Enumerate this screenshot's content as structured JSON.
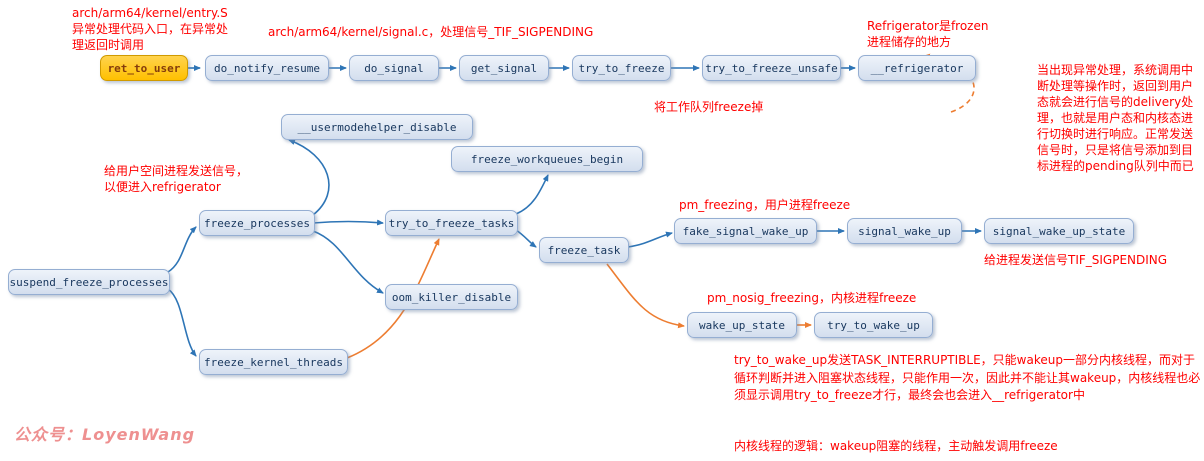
{
  "nodes": {
    "ret_to_user": {
      "label": "ret_to_user"
    },
    "do_notify_resume": {
      "label": "do_notify_resume"
    },
    "do_signal": {
      "label": "do_signal"
    },
    "get_signal": {
      "label": "get_signal"
    },
    "try_to_freeze": {
      "label": "try_to_freeze"
    },
    "try_to_freeze_unsafe": {
      "label": "try_to_freeze_unsafe"
    },
    "refrigerator": {
      "label": "__refrigerator"
    },
    "suspend_freeze_processes": {
      "label": "suspend_freeze_processes"
    },
    "freeze_processes": {
      "label": "freeze_processes"
    },
    "freeze_kernel_threads": {
      "label": "freeze_kernel_threads"
    },
    "usermodehelper_disable": {
      "label": "__usermodehelper_disable"
    },
    "try_to_freeze_tasks": {
      "label": "try_to_freeze_tasks"
    },
    "oom_killer_disable": {
      "label": "oom_killer_disable"
    },
    "freeze_workqueues_begin": {
      "label": "freeze_workqueues_begin"
    },
    "freeze_task": {
      "label": "freeze_task"
    },
    "fake_signal_wake_up": {
      "label": "fake_signal_wake_up"
    },
    "signal_wake_up": {
      "label": "signal_wake_up"
    },
    "signal_wake_up_state": {
      "label": "signal_wake_up_state"
    },
    "wake_up_state": {
      "label": "wake_up_state"
    },
    "try_to_wake_up": {
      "label": "try_to_wake_up"
    }
  },
  "annotations": {
    "entry_s": {
      "text": "arch/arm64/kernel/entry.S\n异常处理代码入口，在异常处理返回时调用"
    },
    "signal_c": {
      "text": "arch/arm64/kernel/signal.c，处理信号_TIF_SIGPENDING"
    },
    "refrigerator_note": {
      "text": "Refrigerator是frozen\n进程储存的地方"
    },
    "right_paragraph": {
      "text": "当出现异常处理，系统调用中断处理等操作时，返回到用户态就会进行信号的delivery处理，也就是用户态和内核态进行切换时进行响应。正常发送信号时，只是将信号添加到目标进程的pending队列中而已"
    },
    "freeze_processes_note": {
      "text": "给用户空间进程发送信号，以便进入refrigerator"
    },
    "workqueue_note": {
      "text": "将工作队列freeze掉"
    },
    "pm_freezing_note": {
      "text": "pm_freezing，用户进程freeze"
    },
    "signal_send_note": {
      "text": "给进程发送信号TIF_SIGPENDING"
    },
    "pm_nosig_note": {
      "text": "pm_nosig_freezing，内核进程freeze"
    },
    "bottom_paragraph": {
      "text": "try_to_wake_up发送TASK_INTERRUPTIBLE，只能wakeup一部分内核线程，而对于循环判断并进入阻塞状态线程，只能作用一次，因此并不能让其wakeup，内核线程也必须显示调用try_to_freeze才行，最终会也会进入__refrigerator中"
    },
    "kernel_logic_note": {
      "text": "内核线程的逻辑：wakeup阻塞的线程，主动触发调用freeze"
    }
  },
  "watermark": {
    "text": "公众号：LoyenWang"
  },
  "colors": {
    "node_fill": "#dde6f2",
    "node_border": "#95aed2",
    "node_text": "#17365d",
    "highlight_fill": "#ffc000",
    "highlight_text": "#843c0c",
    "arrow_blue": "#2e75b6",
    "arrow_orange": "#ed7d31",
    "annotation_red": "#ff0000"
  }
}
